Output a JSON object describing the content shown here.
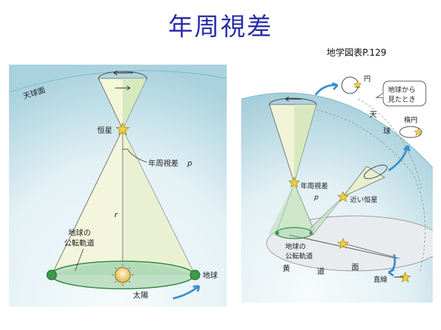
{
  "slide": {
    "title": "年周視差",
    "source": "地学図表P.129"
  },
  "left_figure": {
    "celestial_sphere_label": "天球面",
    "star_label": "恒星",
    "parallax_label": "年周視差",
    "parallax_symbol": "p",
    "distance_symbol": "r",
    "orbit_label_line1": "地球の",
    "orbit_label_line2": "公転軌道",
    "sun_label": "太陽",
    "earth_label": "地球"
  },
  "right_figure": {
    "circle_label": "円",
    "callout_line1": "地球から",
    "callout_line2": "見たとき",
    "ellipse_label": "楕円",
    "sphere_label_1": "天",
    "sphere_label_2": "球",
    "parallax_label": "年周視差",
    "parallax_symbol": "p",
    "near_star_label": "近い恒星",
    "orbit_label_line1": "地球の",
    "orbit_label_line2": "公転軌道",
    "ecliptic_1": "黄",
    "ecliptic_2": "道",
    "ecliptic_3": "面",
    "line_label": "直線"
  },
  "colors": {
    "title": "#2b2fa8",
    "sky_light": "#eef6f9",
    "sky_dark": "#b9d9e3",
    "orbit_fill": "#bfe0c4",
    "orbit_stroke": "#2b8a3e",
    "cone_fill": "#f4f6d8",
    "star": "#f2d23a",
    "arrow_blue": "#3a8fd0"
  }
}
